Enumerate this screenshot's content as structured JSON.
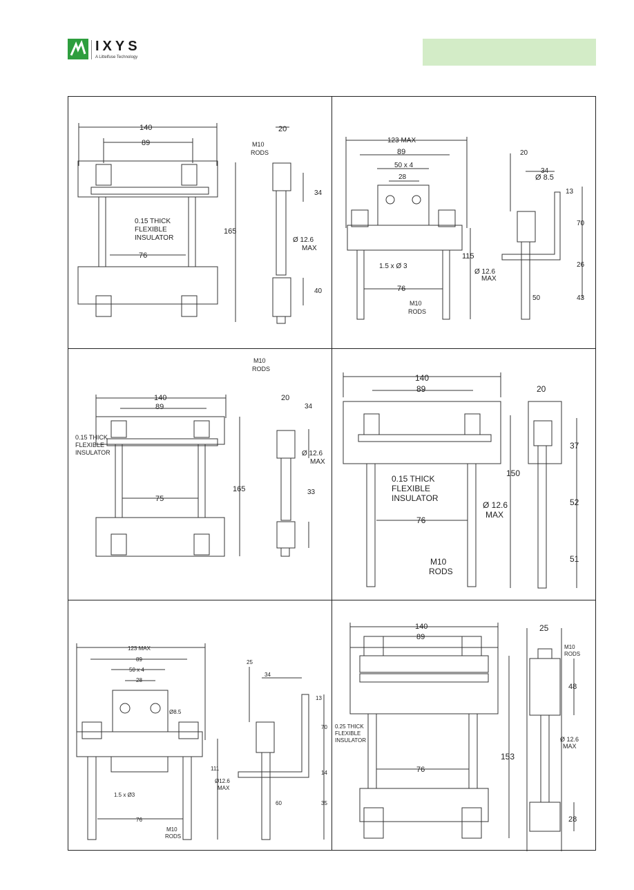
{
  "header": {
    "logo_name": "IXYS",
    "logo_tagline": "A Littelfuse Technology",
    "band_color": "#d3ecc7",
    "brand_color": "#2e9e3e"
  },
  "panels": [
    {
      "dims": {
        "w": "140",
        "c": "89",
        "h": "165",
        "bot": "76",
        "side": "20",
        "s1": "34",
        "s2": "40",
        "dia": "Ø 12.6",
        "max": "MAX"
      },
      "rods": [
        "M10",
        "RODS"
      ],
      "insulator": [
        "0.15 THICK",
        "FLEXIBLE",
        "INSULATOR"
      ]
    },
    {
      "dims": {
        "w": "123 MAX",
        "c": "89",
        "slot": "50 x 4",
        "hole": "28",
        "holedia": "Ø 8.5",
        "h": "115",
        "bot": "76",
        "pin": "1.5 x Ø 3",
        "dia": "Ø 12.6",
        "max": "MAX",
        "side": "20",
        "s34": "34",
        "s13": "13",
        "s70": "70",
        "s26": "26",
        "s50": "50",
        "s43": "43"
      },
      "rods": [
        "M10",
        "RODS"
      ]
    },
    {
      "dims": {
        "w": "140",
        "c": "89",
        "h": "165",
        "bot": "75",
        "side": "20",
        "s1": "34",
        "s2": "33",
        "dia": "Ø 12.6",
        "max": "MAX"
      },
      "rods": [
        "M10",
        "RODS"
      ],
      "insulator": [
        "0.15 THICK",
        "FLEXIBLE",
        "INSULATOR"
      ]
    },
    {
      "dims": {
        "w": "140",
        "c": "89",
        "h": "150",
        "bot": "76",
        "side": "20",
        "s1": "37",
        "s2": "52",
        "s3": "51",
        "dia": "Ø 12.6",
        "max": "MAX"
      },
      "rods": [
        "M10",
        "RODS"
      ],
      "insulator": [
        "0.15 THICK",
        "FLEXIBLE",
        "INSULATOR"
      ]
    },
    {
      "dims": {
        "w": "123 MAX",
        "c": "89",
        "slot": "50 x 4",
        "hole": "28",
        "holedia": "Ø8.5",
        "h": "111",
        "bot": "76",
        "pin": "1.5 x Ø3",
        "dia": "Ø12.6",
        "max": "MAX",
        "side": "25",
        "s34": "34",
        "s13": "13",
        "s70": "70",
        "s14": "14",
        "s60": "60",
        "s35": "35"
      },
      "rods": [
        "M10",
        "RODS"
      ]
    },
    {
      "dims": {
        "w": "140",
        "c": "89",
        "h": "153",
        "bot": "76",
        "side": "25",
        "s1": "48",
        "s2": "28",
        "dia": "Ø 12.6",
        "max": "MAX"
      },
      "rods": [
        "M10",
        "RODS"
      ],
      "insulator": [
        "0.25 THICK",
        "FLEXIBLE",
        "INSULATOR"
      ]
    }
  ]
}
